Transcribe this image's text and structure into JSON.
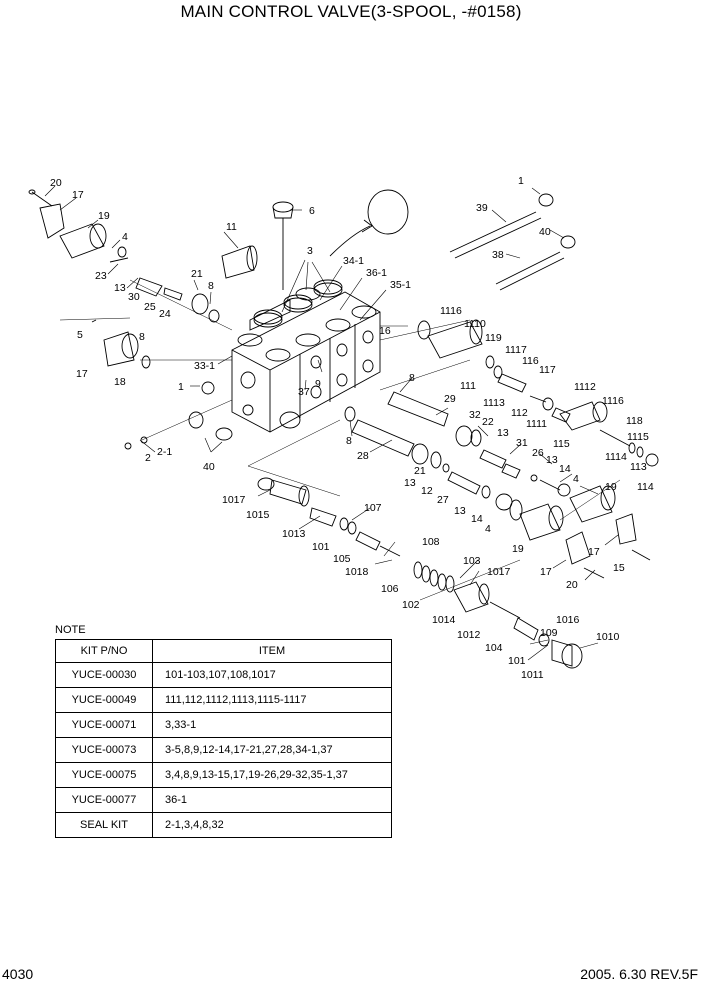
{
  "title": "MAIN CONTROL VALVE(3-SPOOL, -#0158)",
  "callouts": [
    "20",
    "17",
    "19",
    "4",
    "23",
    "13",
    "30",
    "25",
    "24",
    "21",
    "8",
    "5",
    "8",
    "17",
    "18",
    "11",
    "6",
    "3",
    "34-1",
    "36-1",
    "35-1",
    "33-1",
    "1",
    "37",
    "9",
    "2",
    "2-1",
    "40",
    "1",
    "39",
    "40",
    "38",
    "1116",
    "1110",
    "16",
    "119",
    "1117",
    "116",
    "117",
    "111",
    "1112",
    "8",
    "29",
    "1113",
    "112",
    "1116",
    "118",
    "32",
    "22",
    "13",
    "1111",
    "1115",
    "31",
    "26",
    "13",
    "115",
    "1114",
    "113",
    "114",
    "8",
    "28",
    "21",
    "13",
    "12",
    "14",
    "4",
    "27",
    "19",
    "13",
    "14",
    "4",
    "1017",
    "107",
    "1015",
    "1013",
    "101",
    "105",
    "108",
    "1018",
    "103",
    "1017",
    "106",
    "19",
    "17",
    "15",
    "17",
    "20",
    "102",
    "1014",
    "1012",
    "1016",
    "109",
    "1010",
    "104",
    "101",
    "1011"
  ],
  "note": {
    "label": "NOTE",
    "headers": [
      "KIT P/NO",
      "ITEM"
    ],
    "rows": [
      {
        "pno": "YUCE-00030",
        "item": "101-103,107,108,1017"
      },
      {
        "pno": "YUCE-00049",
        "item": "111,112,1112,1113,1115-1117"
      },
      {
        "pno": "YUCE-00071",
        "item": "3,33-1"
      },
      {
        "pno": "YUCE-00073",
        "item": "3-5,8,9,12-14,17-21,27,28,34-1,37"
      },
      {
        "pno": "YUCE-00075",
        "item": "3,4,8,9,13-15,17,19-26,29-32,35-1,37"
      },
      {
        "pno": "YUCE-00077",
        "item": "36-1"
      },
      {
        "pno": "SEAL KIT",
        "item": "2-1,3,4,8,32"
      }
    ]
  },
  "footer": {
    "page_number": "4030",
    "date_rev": "2005. 6.30  REV.5F"
  }
}
